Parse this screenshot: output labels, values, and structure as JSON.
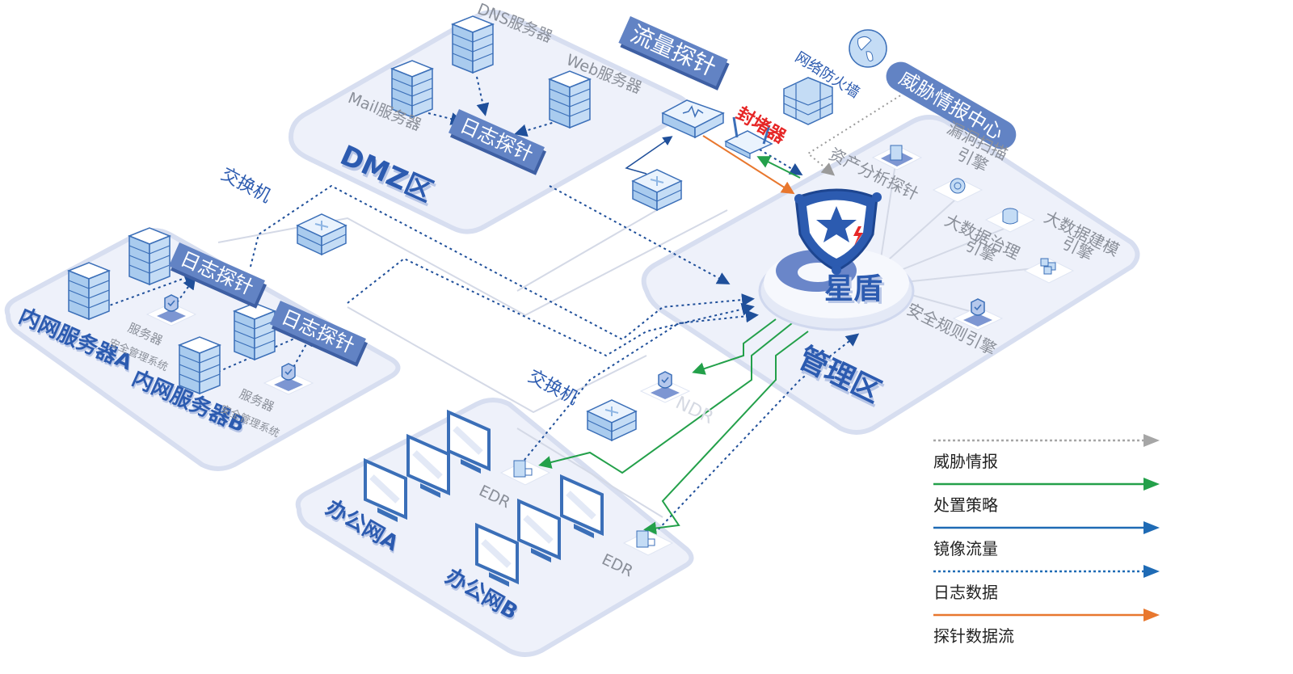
{
  "zones": {
    "dmz": "DMZ区",
    "management": "管理区",
    "intranet_a": "内网服务器A",
    "intranet_b": "内网服务器B",
    "office_a": "办公网A",
    "office_b": "办公网B"
  },
  "dmz_servers": {
    "dns": "DNS服务器",
    "web": "Web服务器",
    "mail": "Mail服务器"
  },
  "probes": {
    "log_probe_dmz": "日志探针",
    "log_probe_a": "日志探针",
    "log_probe_b": "日志探针",
    "traffic_probe": "流量探针"
  },
  "devices": {
    "switch_top": "交换机",
    "switch_bottom": "交换机",
    "blocker": "封堵器",
    "firewall": "网络防火墙",
    "threat_center": "威胁情报中心",
    "core": "星盾",
    "ndr": "NDR",
    "edr_1": "EDR",
    "edr_2": "EDR",
    "server_security_a_line1": "服务器",
    "server_security_a_line2": "安全管理系统",
    "server_security_b_line1": "服务器",
    "server_security_b_line2": "安全管理系统"
  },
  "engines": {
    "asset": "资产分析探针",
    "vuln_line1": "漏洞扫描",
    "vuln_line2": "引擎",
    "governance_line1": "大数据治理",
    "governance_line2": "引擎",
    "modeling_line1": "大数据建模",
    "modeling_line2": "引擎",
    "rules": "安全规则引擎"
  },
  "legend": [
    {
      "label": "威胁情报",
      "color": "#a6a6a6",
      "style": "dotted"
    },
    {
      "label": "处置策略",
      "color": "#23a04a",
      "style": "solid"
    },
    {
      "label": "镜像流量",
      "color": "#1f6bb5",
      "style": "solid"
    },
    {
      "label": "日志数据",
      "color": "#1f6bb5",
      "style": "dotted"
    },
    {
      "label": "探针数据流",
      "color": "#e8772e",
      "style": "solid"
    }
  ],
  "colors": {
    "platform": "#eef1fa",
    "platform_edge": "#d7def0",
    "accent": "#2c5bb0",
    "banner": "#6283c4",
    "blocker_text": "#e62727"
  }
}
